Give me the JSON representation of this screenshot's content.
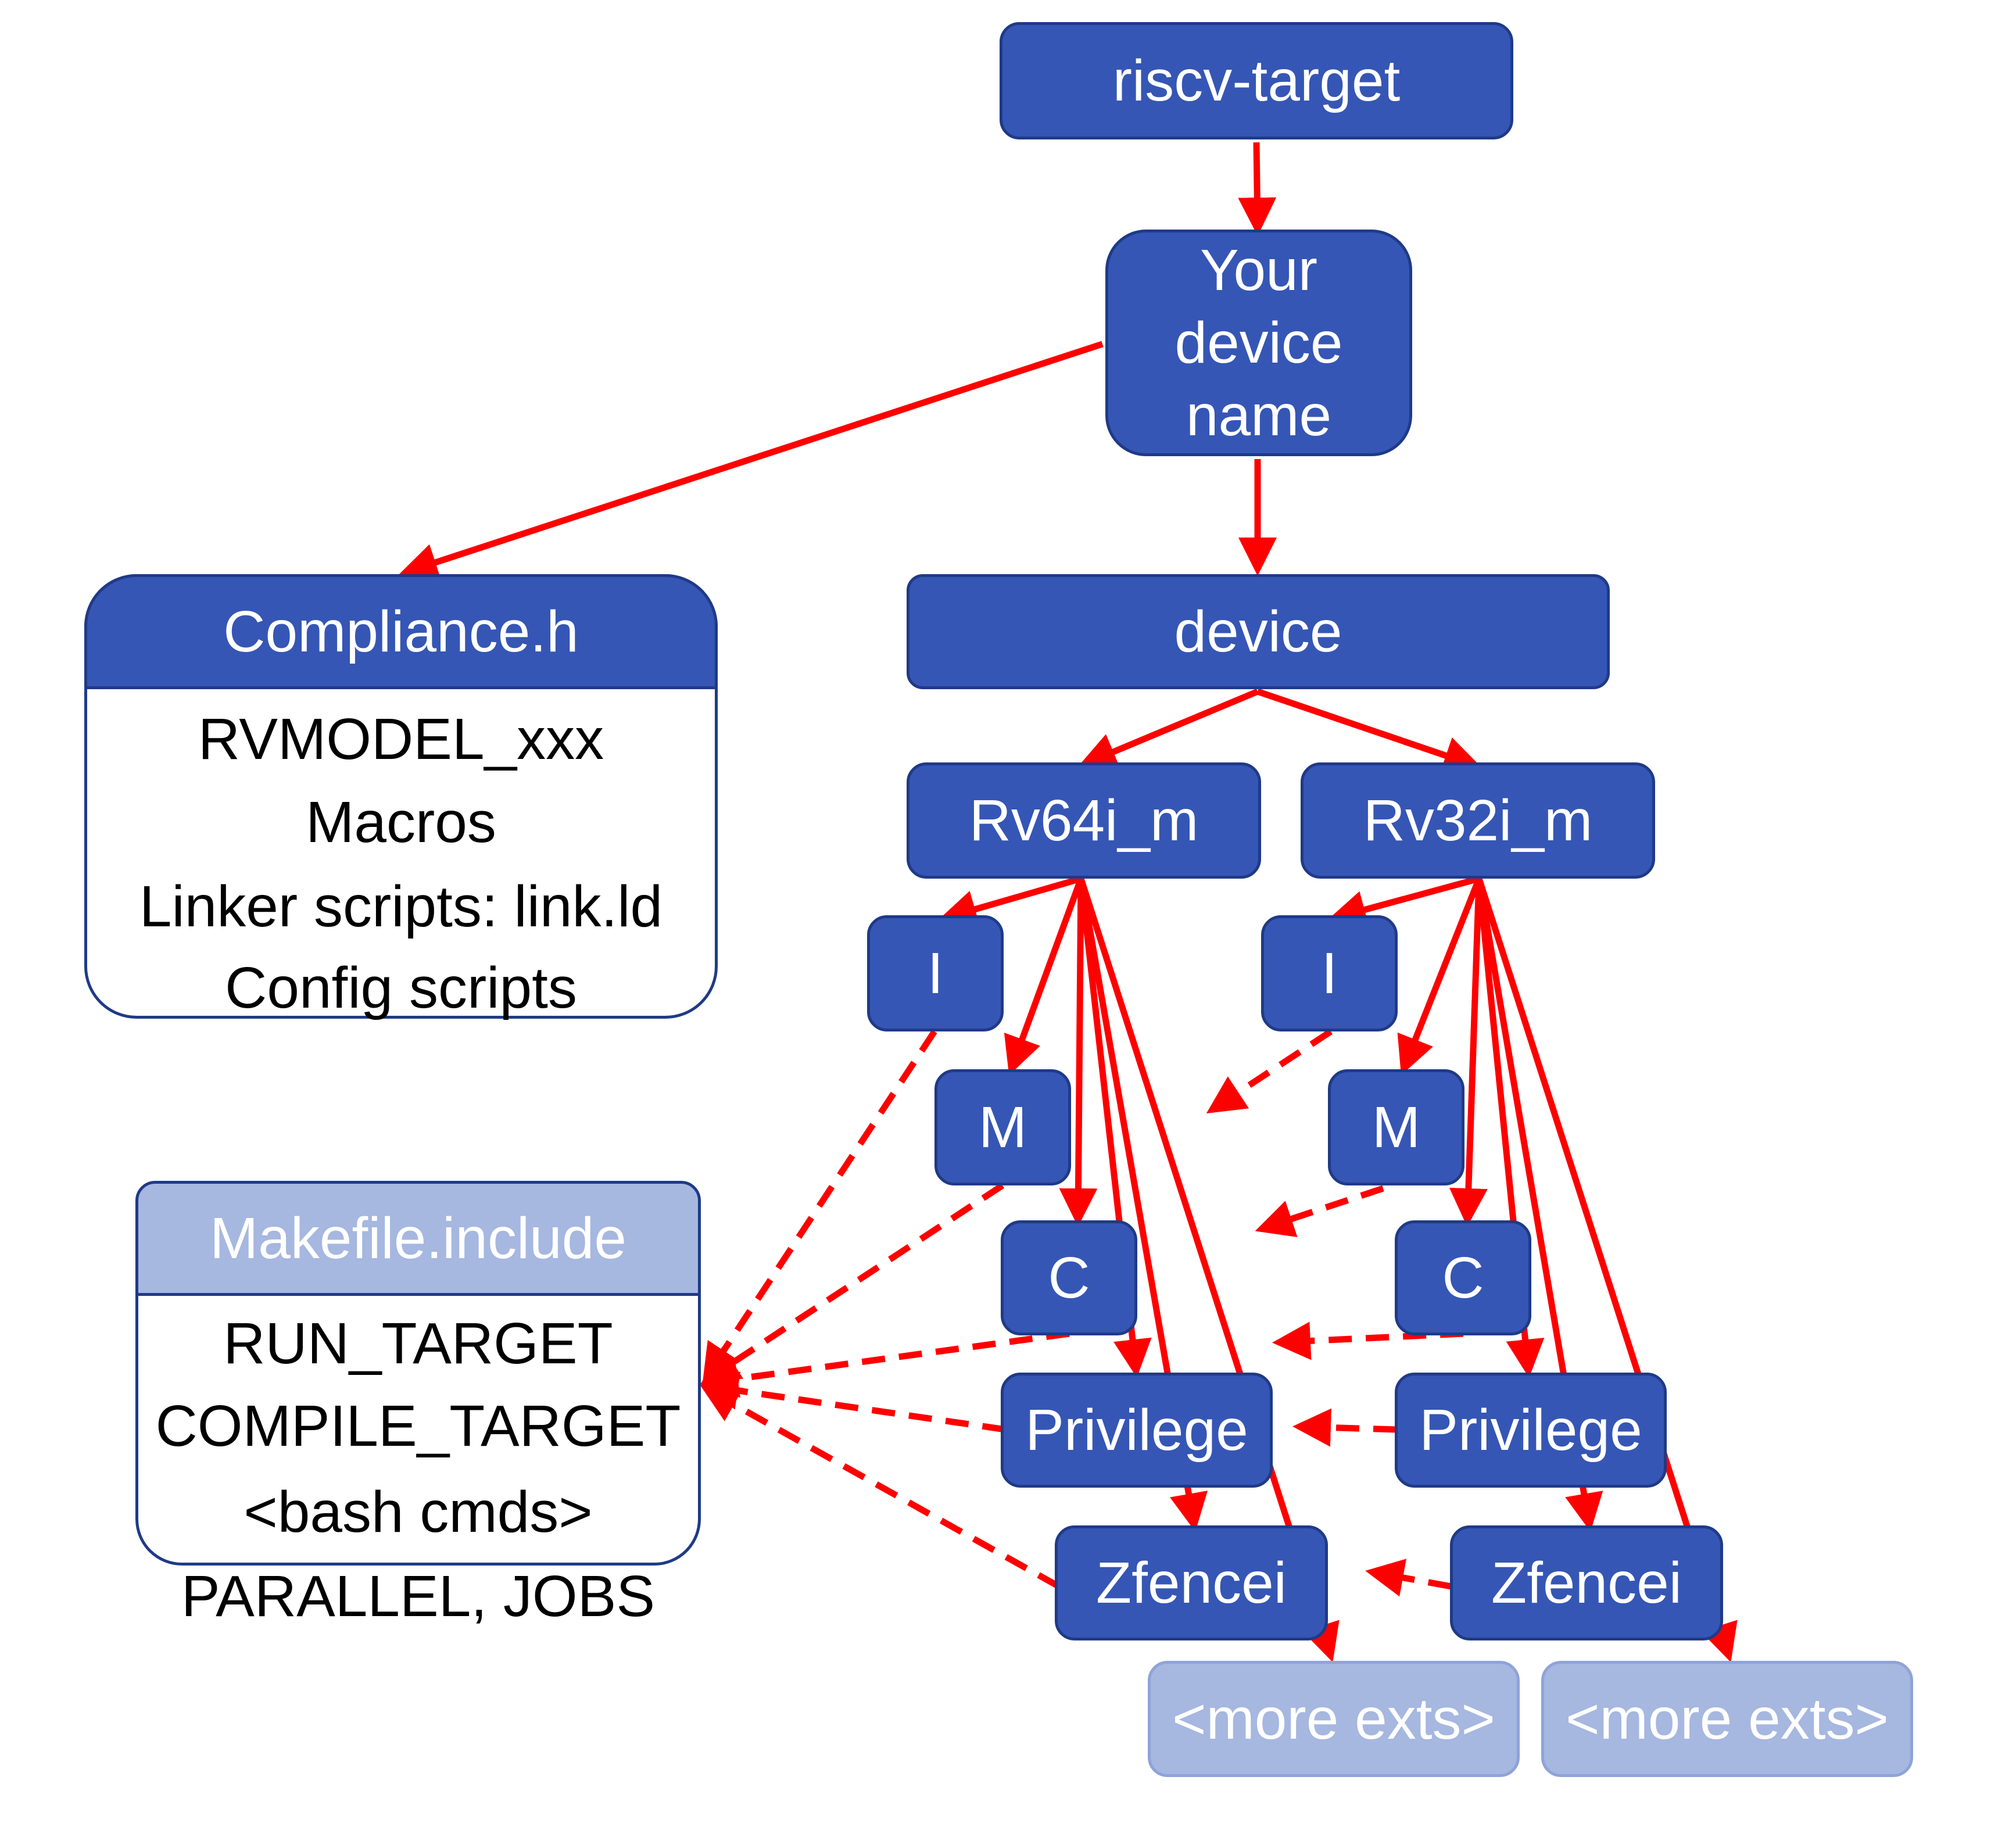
{
  "diagram": {
    "root": {
      "label": "riscv-target"
    },
    "device_name": {
      "lines": [
        "Your",
        "device",
        "name"
      ]
    },
    "compliance": {
      "title": "Compliance.h",
      "lines": [
        "RVMODEL_xxx",
        "Macros",
        "Linker scripts: link.ld",
        "Config scripts"
      ]
    },
    "device": {
      "label": "device"
    },
    "rv64": {
      "label": "Rv64i_m",
      "exts": {
        "i": "I",
        "m": "M",
        "c": "C",
        "privilege": "Privilege",
        "zfencei": "Zfencei",
        "more": "<more exts>"
      }
    },
    "rv32": {
      "label": "Rv32i_m",
      "exts": {
        "i": "I",
        "m": "M",
        "c": "C",
        "privilege": "Privilege",
        "zfencei": "Zfencei",
        "more": "<more exts>"
      }
    },
    "makefile": {
      "title": "Makefile.include",
      "lines": [
        "RUN_TARGET",
        "COMPILE_TARGET",
        "<bash cmds>",
        "PARALLEL, JOBS"
      ]
    },
    "colors": {
      "node_fill": "#3556b5",
      "node_border": "#1f3a87",
      "light_fill": "#a6b7e0",
      "arrow": "#ff0000"
    }
  }
}
